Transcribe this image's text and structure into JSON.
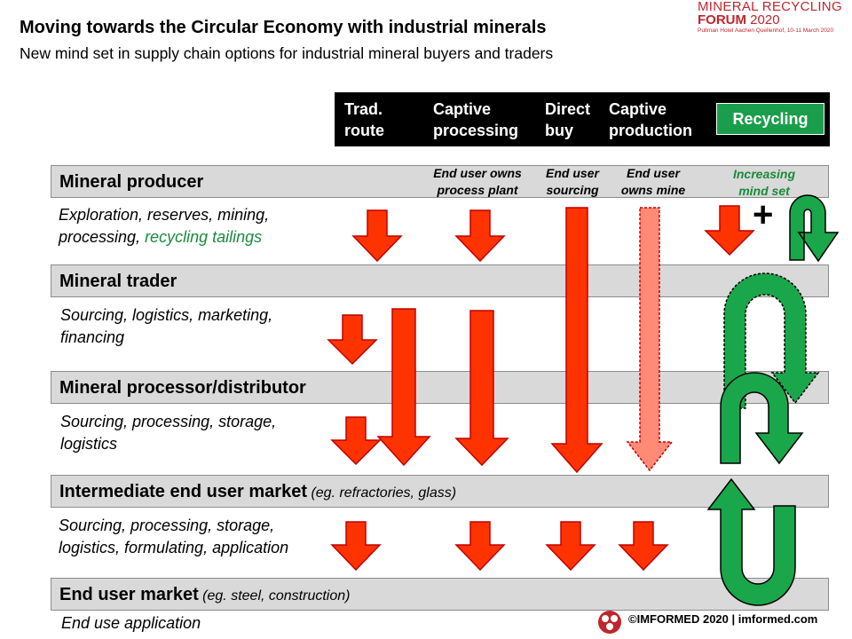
{
  "title": "Moving towards the Circular Economy with industrial minerals",
  "subtitle": "New mind  set in supply chain options for industrial mineral buyers and traders",
  "logo": {
    "line1": "MINERAL RECYCLING",
    "line2a": "FORUM",
    "line2b": " 2020",
    "line3": "Pullman Hotel Aachen Quellenhof, 10-11 March 2020"
  },
  "header": {
    "trad_line1": "Trad.",
    "trad_line2": "route",
    "captive_proc_line1": "Captive",
    "captive_proc_line2": "processing",
    "direct_line1": "Direct",
    "direct_line2": "buy",
    "captive_prod_line1": "Captive",
    "captive_prod_line2": "production",
    "recycling": "Recycling"
  },
  "column_notes": {
    "owns_plant_1": "End user owns",
    "owns_plant_2": "process plant",
    "sourcing_1": "End user",
    "sourcing_2": "sourcing",
    "owns_mine_1": "End user",
    "owns_mine_2": "owns mine",
    "increasing_1": "Increasing",
    "increasing_2": "mind set"
  },
  "plus": "+",
  "stages": [
    {
      "label": "Mineral producer",
      "note": ""
    },
    {
      "label": "Mineral trader",
      "note": ""
    },
    {
      "label": "Mineral processor/distributor",
      "note": ""
    },
    {
      "label": "Intermediate end user market",
      "note": " (eg. refractories, glass)"
    },
    {
      "label": "End user market",
      "note": " (eg. steel, construction)"
    }
  ],
  "descriptions": {
    "producer_1": "Exploration, reserves, mining,",
    "producer_2a": "processing, ",
    "producer_2b": "recycling tailings",
    "trader_1": "Sourcing, logistics, marketing,",
    "trader_2": "financing",
    "processor_1": "Sourcing, processing, storage,",
    "processor_2": "logistics",
    "intermediate_1": "Sourcing, processing, storage,",
    "intermediate_2": "logistics, formulating, application",
    "end_1": "End use application"
  },
  "footer": "©IMFORMED 2020  | imformed.com",
  "colors": {
    "red_arrow": "#ff3300",
    "red_outline": "#c00000",
    "pale_arrow": "#ff8a75",
    "green_arrow": "#1aa64a",
    "header_bg": "#000000",
    "stage_bg": "#d9d9d9",
    "recycling_green": "#1a9e4b"
  }
}
